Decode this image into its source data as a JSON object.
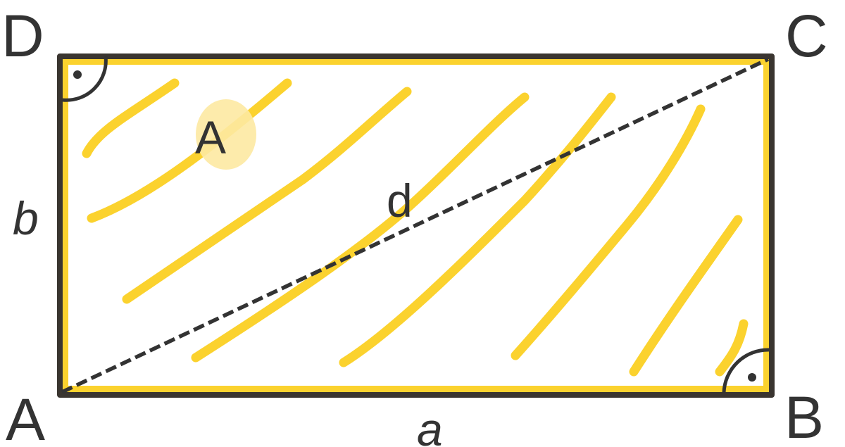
{
  "figure": {
    "vertices": {
      "A": "A",
      "B": "B",
      "C": "C",
      "D": "D"
    },
    "sides": {
      "bottom": "a",
      "left": "b"
    },
    "diagonal": "d",
    "area": "A",
    "colors": {
      "outline": "#3a3530",
      "fill_stroke": "#fbd22e",
      "area_highlight": "#fde9a2",
      "diagonal": "#333333",
      "label": "#333333"
    }
  }
}
